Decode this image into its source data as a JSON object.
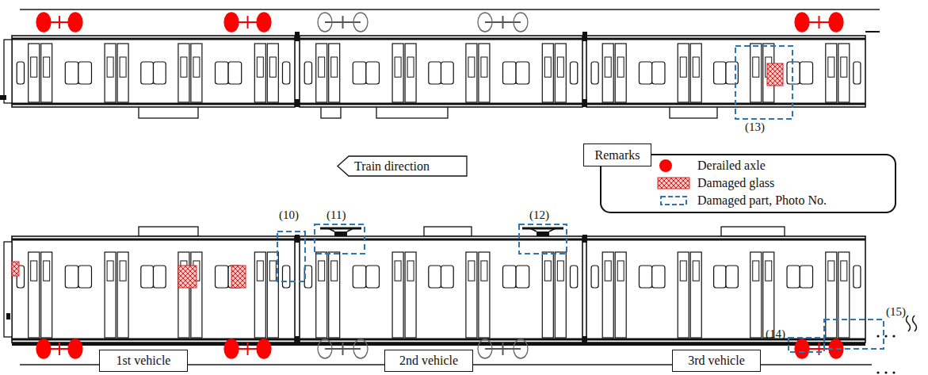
{
  "diagram": {
    "nodes": [
      {
        "text": [
          "Train direction"
        ]
      },
      {
        "text": [
          "Remarks"
        ]
      },
      {
        "text": [
          "1st vehicle"
        ]
      },
      {
        "text": [
          "2nd vehicle"
        ]
      },
      {
        "text": [
          "3rd vehicle"
        ]
      }
    ],
    "labels": [
      "(13)",
      "(10)",
      "(11)",
      "(12)",
      "(15)",
      "(14)"
    ],
    "legend": [
      {
        "text": "Derailed axle",
        "color": "#ff0000"
      },
      {
        "text": "Damaged glass"
      },
      {
        "text": "Damaged part, Photo No."
      }
    ]
  }
}
